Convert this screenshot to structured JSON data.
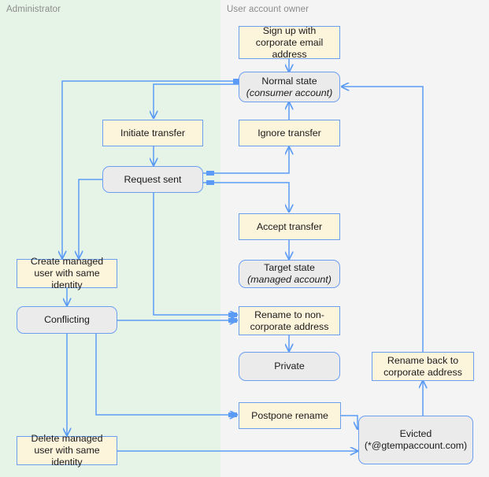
{
  "diagram": {
    "type": "flowchart",
    "title": "",
    "lanes": [
      {
        "id": "administrator",
        "label": "Administrator",
        "color": "#e6f4e8"
      },
      {
        "id": "user_account_owner",
        "label": "User account owner",
        "color": "#f4f4f4"
      }
    ],
    "colors": {
      "action_fill": "#fdf4dc",
      "state_fill": "#ebebeb",
      "border": "#6c9ef0",
      "edge": "#5b9bf5",
      "lane_admin": "#e6f4e8",
      "lane_user": "#f4f4f4",
      "lane_label": "#8b8b8b",
      "text": "#1a1a1a"
    },
    "nodes": [
      {
        "id": "signup",
        "lane": "user_account_owner",
        "kind": "action",
        "label": "Sign up with corporate email address",
        "sub": ""
      },
      {
        "id": "normal_state",
        "lane": "user_account_owner",
        "kind": "state",
        "label": "Normal state",
        "sub": "(consumer account)"
      },
      {
        "id": "initiate",
        "lane": "administrator",
        "kind": "action",
        "label": "Initiate transfer",
        "sub": ""
      },
      {
        "id": "ignore",
        "lane": "user_account_owner",
        "kind": "action",
        "label": "Ignore transfer",
        "sub": ""
      },
      {
        "id": "request_sent",
        "lane": "administrator",
        "kind": "state",
        "label": "Request sent",
        "sub": ""
      },
      {
        "id": "accept",
        "lane": "user_account_owner",
        "kind": "action",
        "label": "Accept transfer",
        "sub": ""
      },
      {
        "id": "target_state",
        "lane": "user_account_owner",
        "kind": "state",
        "label": "Target state",
        "sub": "(managed account)"
      },
      {
        "id": "create_user",
        "lane": "administrator",
        "kind": "action",
        "label": "Create managed user with same identity",
        "sub": ""
      },
      {
        "id": "conflicting",
        "lane": "administrator",
        "kind": "state",
        "label": "Conflicting",
        "sub": ""
      },
      {
        "id": "rename_non",
        "lane": "user_account_owner",
        "kind": "action",
        "label": "Rename to non-corporate address",
        "sub": ""
      },
      {
        "id": "private",
        "lane": "user_account_owner",
        "kind": "state",
        "label": "Private",
        "sub": ""
      },
      {
        "id": "rename_back",
        "lane": "user_account_owner",
        "kind": "action",
        "label": "Rename back to corporate address",
        "sub": ""
      },
      {
        "id": "postpone",
        "lane": "user_account_owner",
        "kind": "action",
        "label": "Postpone rename",
        "sub": ""
      },
      {
        "id": "delete_user",
        "lane": "administrator",
        "kind": "action",
        "label": "Delete managed user with same identity",
        "sub": ""
      },
      {
        "id": "evicted",
        "lane": "user_account_owner",
        "kind": "state",
        "label": "Evicted",
        "sub": "(*@gtempaccount.com)"
      }
    ],
    "edges": [
      {
        "from": "signup",
        "to": "normal_state"
      },
      {
        "from": "normal_state",
        "to": "initiate"
      },
      {
        "from": "normal_state",
        "to": "create_user"
      },
      {
        "from": "initiate",
        "to": "request_sent"
      },
      {
        "from": "request_sent",
        "to": "ignore"
      },
      {
        "from": "request_sent",
        "to": "accept"
      },
      {
        "from": "request_sent",
        "to": "create_user"
      },
      {
        "from": "request_sent",
        "to": "rename_non"
      },
      {
        "from": "ignore",
        "to": "normal_state"
      },
      {
        "from": "accept",
        "to": "target_state"
      },
      {
        "from": "create_user",
        "to": "conflicting"
      },
      {
        "from": "conflicting",
        "to": "rename_non"
      },
      {
        "from": "conflicting",
        "to": "postpone"
      },
      {
        "from": "conflicting",
        "to": "delete_user"
      },
      {
        "from": "rename_non",
        "to": "private"
      },
      {
        "from": "postpone",
        "to": "evicted"
      },
      {
        "from": "delete_user",
        "to": "evicted"
      },
      {
        "from": "evicted",
        "to": "rename_back"
      },
      {
        "from": "rename_back",
        "to": "normal_state"
      }
    ]
  }
}
